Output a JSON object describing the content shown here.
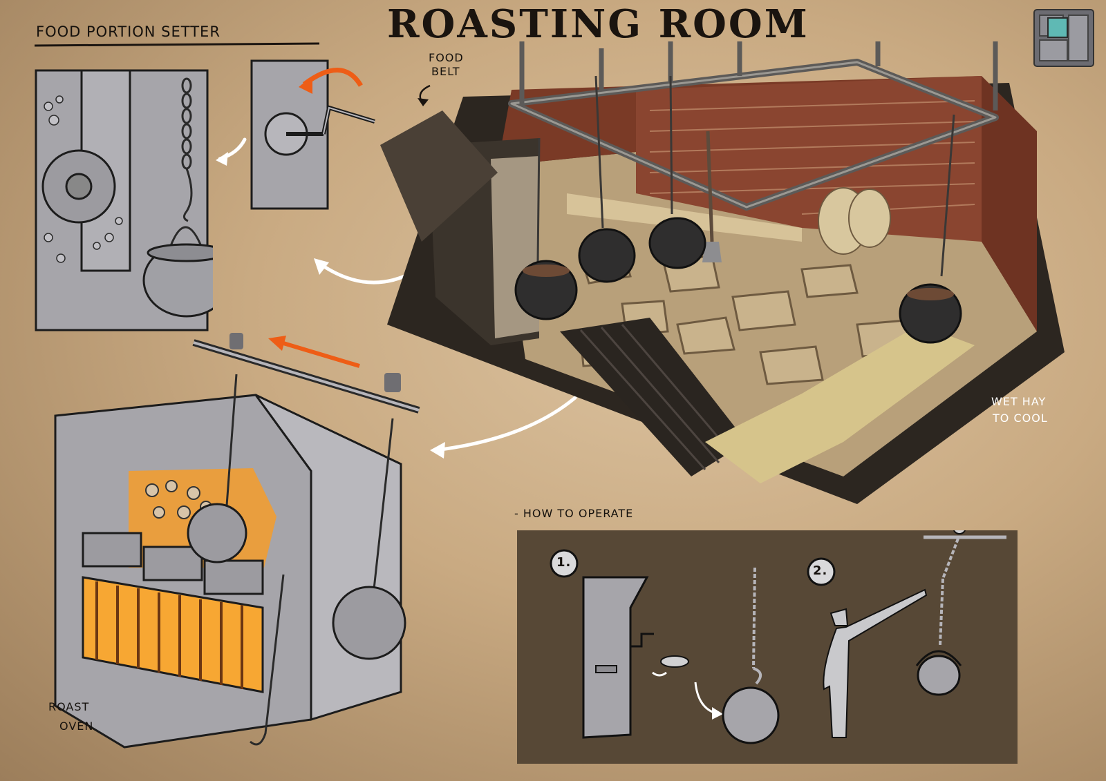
{
  "title": "ROASTING ROOM",
  "sections": {
    "portion_setter_title": "FOOD PORTION SETTER",
    "food_belt_line1": "FOOD",
    "food_belt_line2": "BELT",
    "wet_hay_line1": "WET HAY",
    "wet_hay_line2": "TO COOL",
    "how_to_operate": "- HOW TO OPERATE",
    "roast_oven_line1": "ROAST",
    "roast_oven_line2": "OVEN",
    "step1": "1.",
    "step2": "2."
  },
  "colors": {
    "accent_arrow": "#ee5d16",
    "sketch_gray": "#a6a5aa",
    "operate_panel": "#574836",
    "fire": "#f59c2c",
    "minimap_teal": "#5fb9b4"
  },
  "icons": {
    "minimap": "floor-plan-icon"
  }
}
